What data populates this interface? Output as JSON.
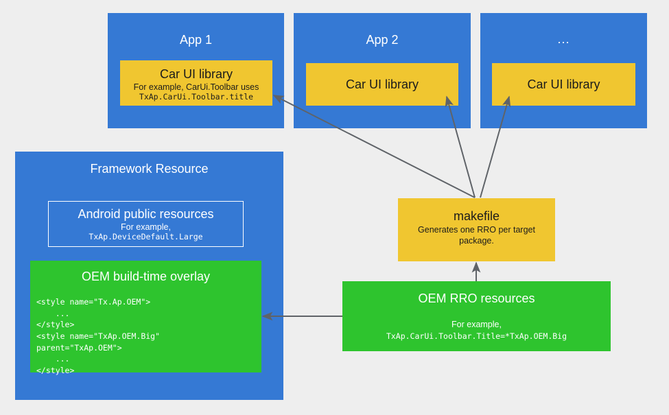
{
  "diagram": {
    "title": "Android Car UI RRO resource overlay flow",
    "colors": {
      "background": "#eeeeee",
      "blue": "#3579d4",
      "yellow": "#f0c630",
      "green": "#2ec42e",
      "arrow": "#5f6368",
      "white": "#ffffff",
      "dark_text": "#1b1b1b"
    }
  },
  "apps": [
    {
      "title": "App 1",
      "library": {
        "title": "Car UI library",
        "subtitle": "For example, CarUi.Toolbar uses",
        "code": "TxAp.CarUi.Toolbar.title"
      }
    },
    {
      "title": "App 2",
      "library": {
        "title": "Car UI library",
        "subtitle": "",
        "code": ""
      }
    },
    {
      "title": "...",
      "library": {
        "title": "Car UI library",
        "subtitle": "",
        "code": ""
      }
    }
  ],
  "framework": {
    "title": "Framework Resource",
    "android_public": {
      "title": "Android public resources",
      "subtitle": "For example,",
      "code": "TxAp.DeviceDefault.Large"
    },
    "oem_overlay": {
      "title": "OEM build-time overlay",
      "code": "<style name=\"Tx.Ap.OEM\">\n    ...\n</style>\n<style name=\"TxAp.OEM.Big\"\nparent=\"TxAp.OEM\">\n    ...\n</style>"
    }
  },
  "makefile": {
    "title": "makefile",
    "subtitle": "Generates one RRO per target package."
  },
  "rro": {
    "title": "OEM RRO resources",
    "subtitle": "For example,",
    "code": "TxAp.CarUi.Toolbar.Title=*TxAp.OEM.Big"
  },
  "arrows": [
    {
      "name": "makefile-to-app1",
      "from": "makefile",
      "to": "app-1-car-ui-library"
    },
    {
      "name": "makefile-to-app2",
      "from": "makefile",
      "to": "app-2-car-ui-library"
    },
    {
      "name": "makefile-to-app3",
      "from": "makefile",
      "to": "app-3-car-ui-library"
    },
    {
      "name": "rro-to-makefile",
      "from": "oem-rro-resources",
      "to": "makefile"
    },
    {
      "name": "rro-to-oem-overlay",
      "from": "oem-rro-resources",
      "to": "oem-build-time-overlay"
    }
  ]
}
